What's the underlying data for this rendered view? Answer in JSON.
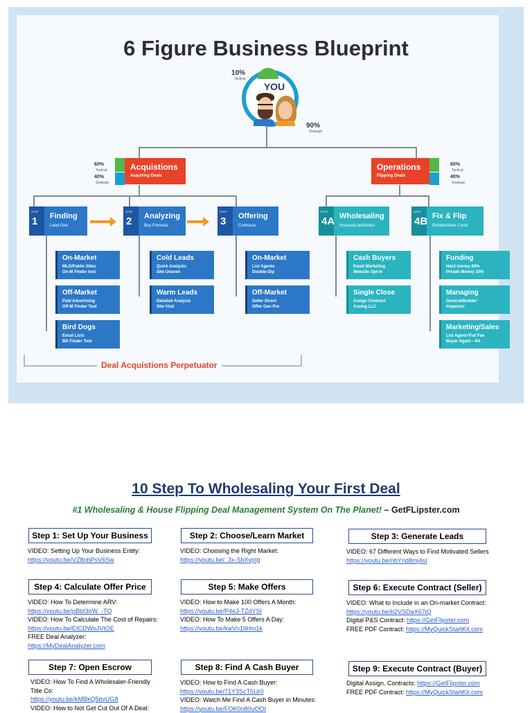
{
  "diagram": {
    "title": "6 Figure Business Blueprint",
    "you": {
      "label": "YOU",
      "tactical_pct": "10%",
      "tactical_label": "Tactical",
      "strategic_pct": "90%",
      "strategic_label": "Strategic"
    },
    "acquisitions": {
      "title": "Acquistions",
      "subtitle": "Acquiring Deals",
      "tactical": "60%",
      "tactical_label": "Tactical",
      "strategic": "40%",
      "strategic_label": "Strategic"
    },
    "operations": {
      "title": "Operations",
      "subtitle": "Flipping Deals",
      "tactical": "60%",
      "tactical_label": "Tactical",
      "strategic": "40%",
      "strategic_label": "Strategic"
    },
    "steps": [
      {
        "step": "STEP",
        "num": "1",
        "title": "Finding",
        "subtitle": "Lead Gen"
      },
      {
        "step": "STEP",
        "num": "2",
        "title": "Analyzing",
        "subtitle": "Buy Formula"
      },
      {
        "step": "STEP",
        "num": "3",
        "title": "Offering",
        "subtitle": "Contracts"
      },
      {
        "step": "STEP",
        "num": "4A",
        "title": "Wholesaling",
        "subtitle": "Houses/Lots/Notes"
      },
      {
        "step": "STEP",
        "num": "4B",
        "title": "Fix & Flip",
        "subtitle": "Rehabs/New Const."
      }
    ],
    "cards": [
      {
        "title": "On-Market",
        "l1": "MLS/Public Sites",
        "l2": "On-M Finder tool"
      },
      {
        "title": "Off-Market",
        "l1": "Paid Advertising",
        "l2": "Off-M Finder Tool"
      },
      {
        "title": "Bird Dogs",
        "l1": "Email Lists",
        "l2": "BD Finder Tool"
      },
      {
        "title": "Cold Leads",
        "l1": "Quick Analysis",
        "l2": "Site Unseen"
      },
      {
        "title": "Warm Leads",
        "l1": "Detailed Analysis",
        "l2": "Site Visit"
      },
      {
        "title": "On-Market",
        "l1": "List Agents",
        "l2": "Double-Dip"
      },
      {
        "title": "Off-Market",
        "l1": "Seller Direct",
        "l2": "Offer Gen Pro"
      },
      {
        "title": "Cash Buyers",
        "l1": "Email Marketing",
        "l2": "Website Opt-in"
      },
      {
        "title": "Single Close",
        "l1": "Assign Contract",
        "l2": "Assing LLC"
      },
      {
        "title": "Funding",
        "l1": "Hard money 80%",
        "l2": "Private Money 20%"
      },
      {
        "title": "Managing",
        "l1": "General/Builder",
        "l2": "Inspector"
      },
      {
        "title": "Marketing/Sales",
        "l1": "List Agent=Flat Fee",
        "l2": "Buyer Agent - 4%"
      }
    ],
    "perpetuator": "Deal Acquistions Perpetuator"
  },
  "guide": {
    "heading": "10 Step To Wholesaling Your First Deal",
    "tagline": "#1 Wholesaling & House Flipping Deal Management System On The Planet!",
    "tagline_brand": "– GetFLipster.com",
    "steps": [
      {
        "title": "Step 1: Set Up Your Business",
        "lines": [
          {
            "t": "VIDEO: Setting Up Your Business Entity:"
          },
          {
            "t": "https://youtu.be/VZ8nbPsV6Sw",
            "link": true
          }
        ]
      },
      {
        "title": "Step 2: Choose/Learn Market",
        "lines": [
          {
            "t": "VIDEO: Choosing the Right Market:"
          },
          {
            "t": "https://youtu.be/_3x-SbXvpIg",
            "link": true
          }
        ]
      },
      {
        "title": "Step 3: Generate Leads",
        "lines": [
          {
            "t": "VIDEO: 67 Different Ways to Find Motivated Sellers"
          },
          {
            "t": "https://youtu.be/nbYnd8mj4sI",
            "link": true
          }
        ]
      },
      {
        "title": "Step 4: Calculate Offer Price",
        "lines": [
          {
            "t": "VIDEO: How To Determine ARV:"
          },
          {
            "t": "https://youtu.be/pBbI3oW_-TQ",
            "link": true
          },
          {
            "t": "VIDEO: How To Calculate The Cost of Repairs:"
          },
          {
            "t": "https://youtu.be/EtCDWoJVtOE",
            "link": true
          },
          {
            "t": "FREE Deal Analyzer:"
          },
          {
            "t": "https://MyDealAnalyzer.com",
            "link": true
          }
        ]
      },
      {
        "title": "Step 5: Make Offers",
        "lines": [
          {
            "t": "VIDEO: How to Make 100 Offers A Month:"
          },
          {
            "t": "https://youtu.be/P4eJ-TZdYSI",
            "link": true
          },
          {
            "t": "VIDEO: How To Make 5 Offers A Day:"
          },
          {
            "t": "https://youtu.be/kwVn1IlHm1k",
            "link": true
          }
        ]
      },
      {
        "title": "Step 6: Execute Contract (Seller)",
        "lines": [
          {
            "t": "VIDEO: What to Include in an On-market Contract:"
          },
          {
            "t": "https://youtu.be/b2VSDaX67iQ",
            "link": true
          },
          {
            "t": "Digital P&S Contract: ",
            "link_t": "https://GetFlipster.com"
          },
          {
            "t": "FREE PDF Contract: ",
            "link_t": "https://MyQuickStartKit.com"
          }
        ]
      },
      {
        "title": "Step 7: Open Escrow",
        "lines": [
          {
            "t": "VIDEO: How To Find A Wholesaler-Friendly"
          },
          {
            "t": "Title Co:"
          },
          {
            "t": "https://youtu.be/kMBkQ5bvUG8",
            "link": true
          },
          {
            "t": "VIDEO: How to Not Get Cut Out Of A Deal:"
          }
        ]
      },
      {
        "title": "Step 8: Find A Cash Buyer",
        "lines": [
          {
            "t": "VIDEO: How to Find A Cash Buyer:"
          },
          {
            "t": "https://youtu.be/71Y3ScT5Ur0",
            "link": true
          },
          {
            "t": "VIDEO: Watch Me Find A Cash Buyer in Minutes:"
          },
          {
            "t": "https://youtu.be/FOK0n80uOOI",
            "link": true
          }
        ]
      },
      {
        "title": "Step 9: Execute Contract (Buyer)",
        "lines": [
          {
            "t": "Digital Assign. Contracts: ",
            "link_t": "https://GetFlipster.com"
          },
          {
            "t": "FREE PDF Contract: ",
            "link_t": "https://MyQuickStartKit.com"
          }
        ]
      }
    ]
  },
  "colors": {
    "red": "#e8432a",
    "blue": "#2c78c6",
    "teal": "#2bb4c0",
    "green": "#52b848",
    "orange": "#f09a23",
    "navy": "#1f3a70"
  }
}
